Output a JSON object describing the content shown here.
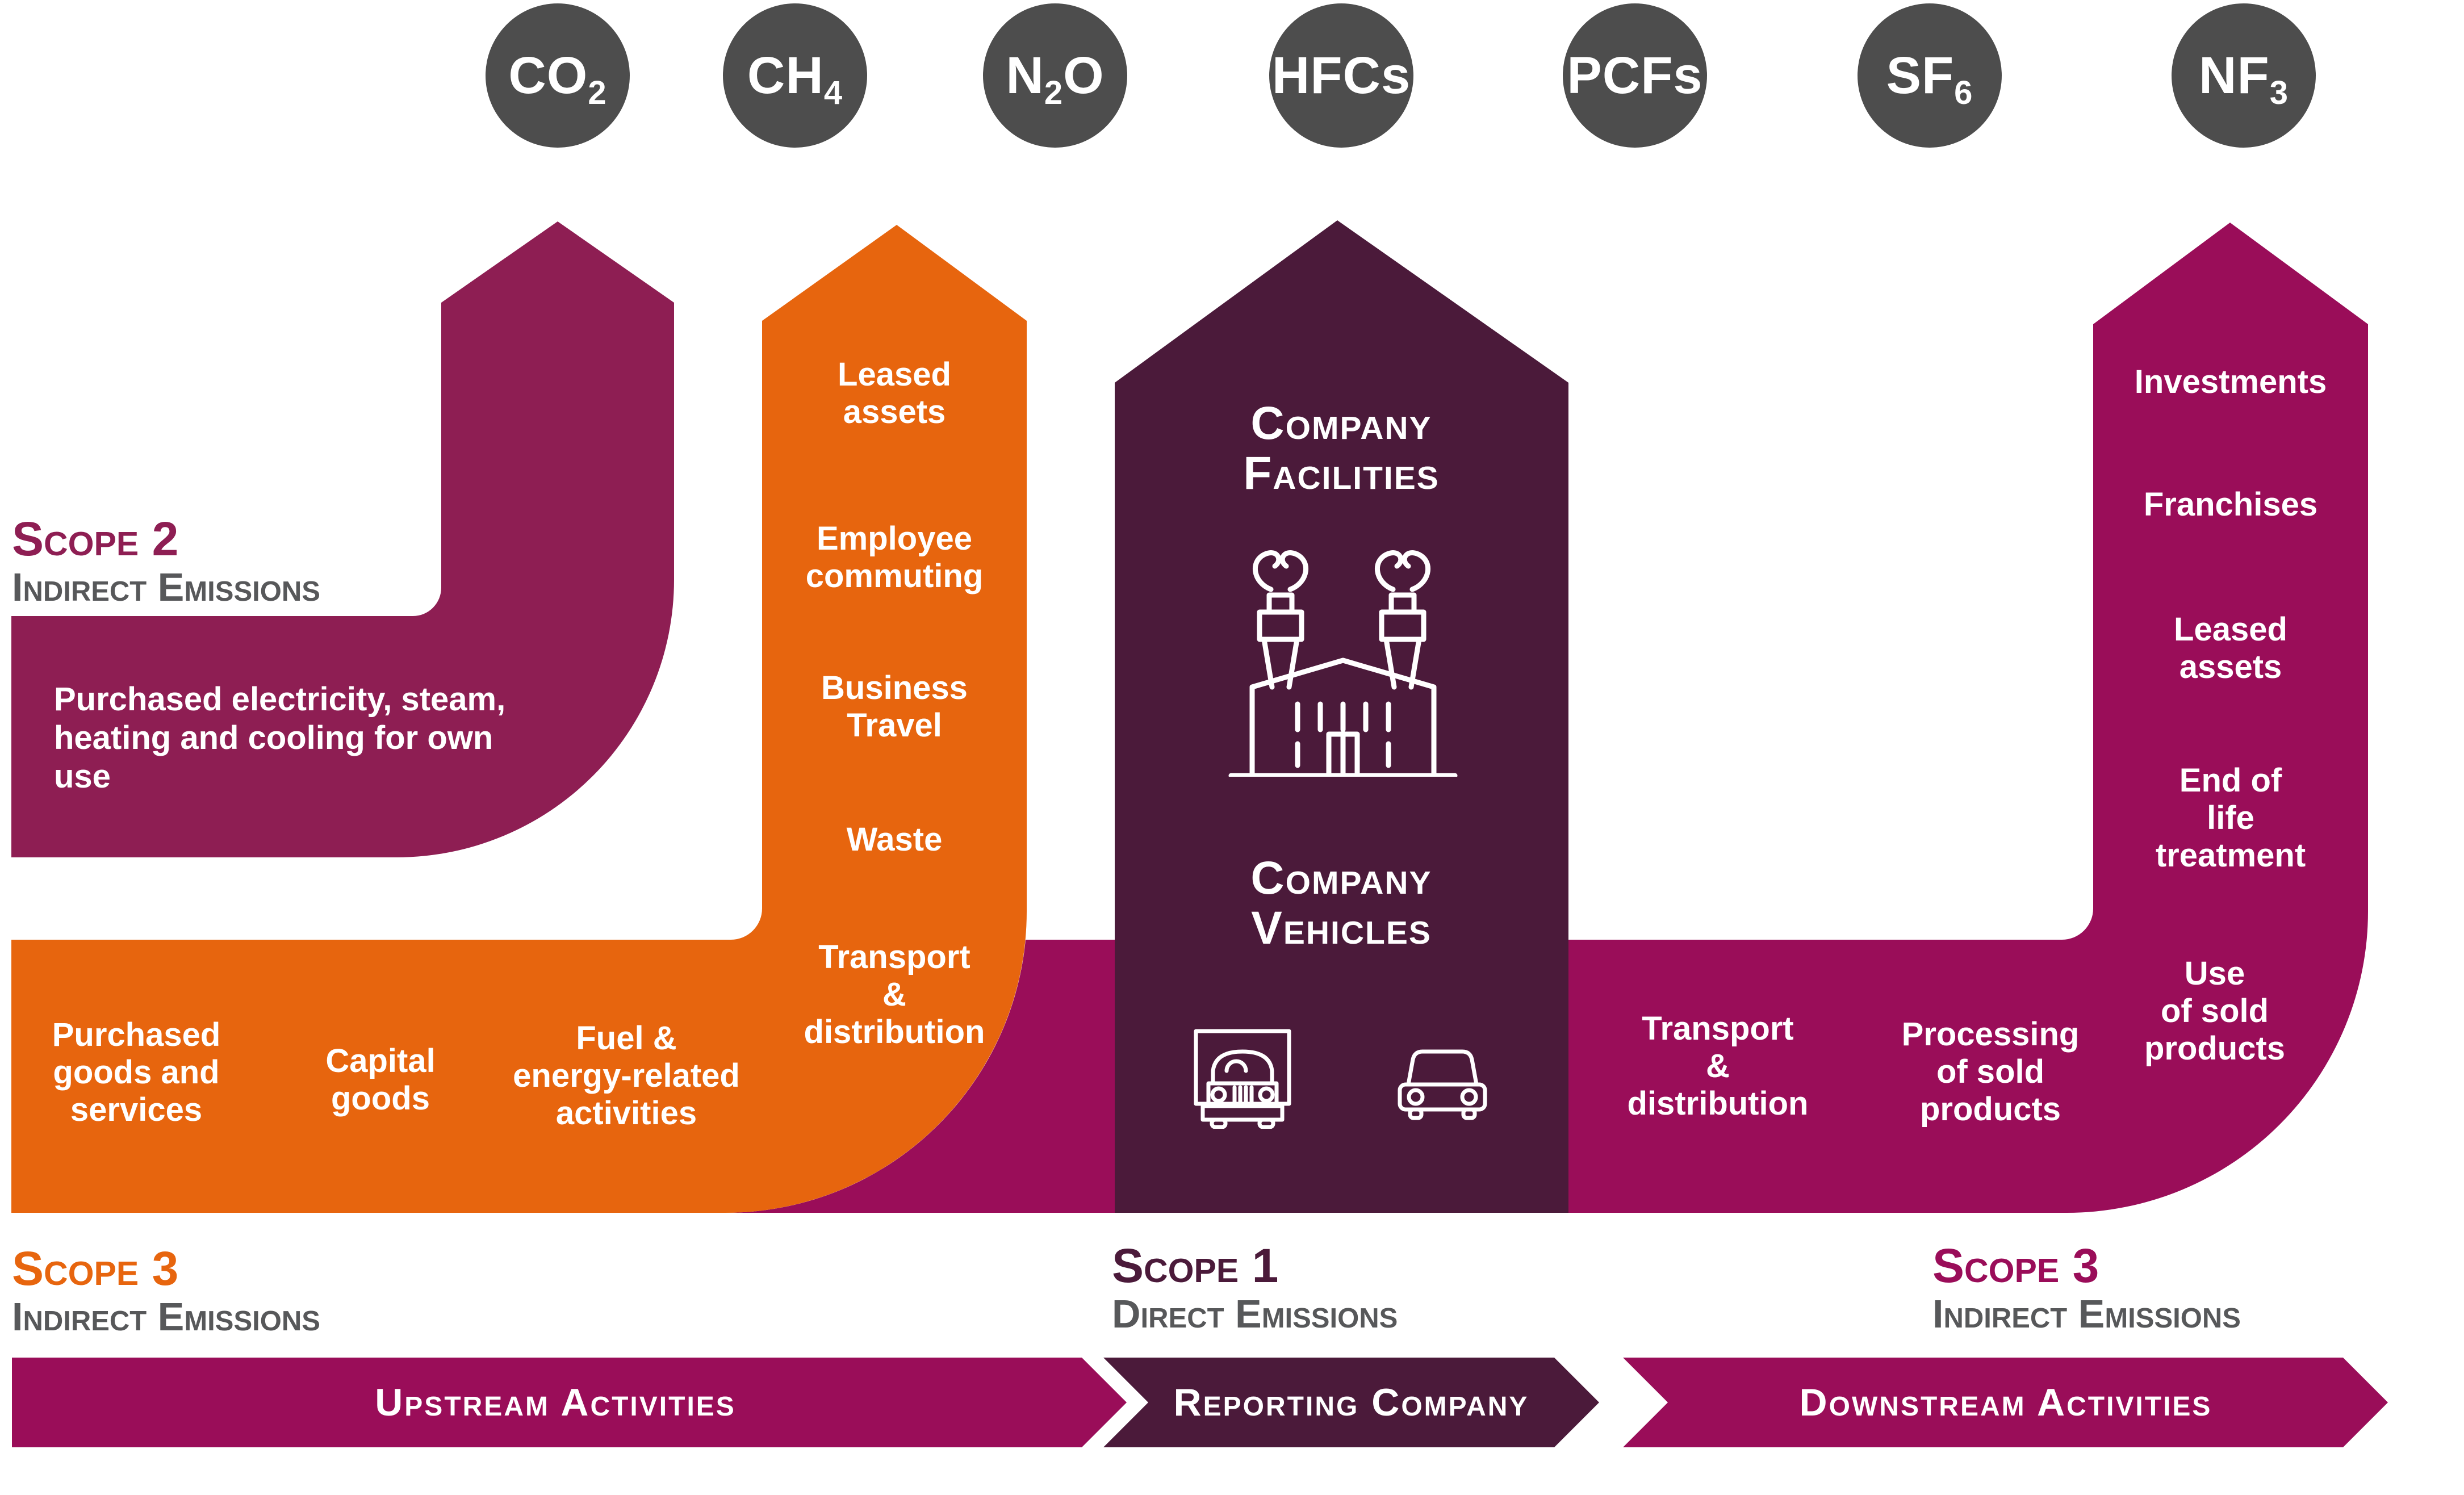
{
  "gases": [
    {
      "pre": "CO",
      "sub": "2",
      "post": ""
    },
    {
      "pre": "CH",
      "sub": "4",
      "post": ""
    },
    {
      "pre": "N",
      "sub": "2",
      "post": "O"
    },
    {
      "pre": "HFCs",
      "sub": "",
      "post": ""
    },
    {
      "pre": "PCFs",
      "sub": "",
      "post": ""
    },
    {
      "pre": "SF",
      "sub": "6",
      "post": ""
    },
    {
      "pre": "NF",
      "sub": "3",
      "post": ""
    }
  ],
  "scope2": {
    "scope": "Scope 2",
    "type": "Indirect Emissions",
    "purchased_energy": "Purchased electricity, steam,\nheating and cooling for own\nuse"
  },
  "scope3_upstream": {
    "scope": "Scope 3",
    "type": "Indirect Emissions",
    "column": [
      "Leased\nassets",
      "Employee\ncommuting",
      "Business\nTravel",
      "Waste",
      "Transport\n&\ndistribution"
    ],
    "band": [
      "Purchased\ngoods and\nservices",
      "Capital\ngoods",
      "Fuel &\nenergy-related\nactivities"
    ]
  },
  "scope1": {
    "scope": "Scope 1",
    "type": "Direct Emissions",
    "facilities": "Company\nFacilities",
    "vehicles": "Company\nVehicles"
  },
  "scope3_downstream": {
    "scope": "Scope 3",
    "type": "Indirect Emissions",
    "band": [
      "Transport\n&\ndistribution",
      "Processing\nof sold\nproducts",
      "Use\nof sold\nproducts"
    ],
    "column": [
      "Investments",
      "Franchises",
      "Leased\nassets",
      "End of\nlife\ntreatment"
    ]
  },
  "banner": {
    "upstream": "Upstream Activities",
    "reporting": "Reporting Company",
    "downstream": "Downstream Activities"
  },
  "colors": {
    "maroon": "#8e1e53",
    "orange": "#e7650e",
    "magenta": "#9a0d59",
    "plum": "#4b1a3a",
    "gray_circle": "#4d4d4d",
    "gray_text": "#57585a"
  }
}
